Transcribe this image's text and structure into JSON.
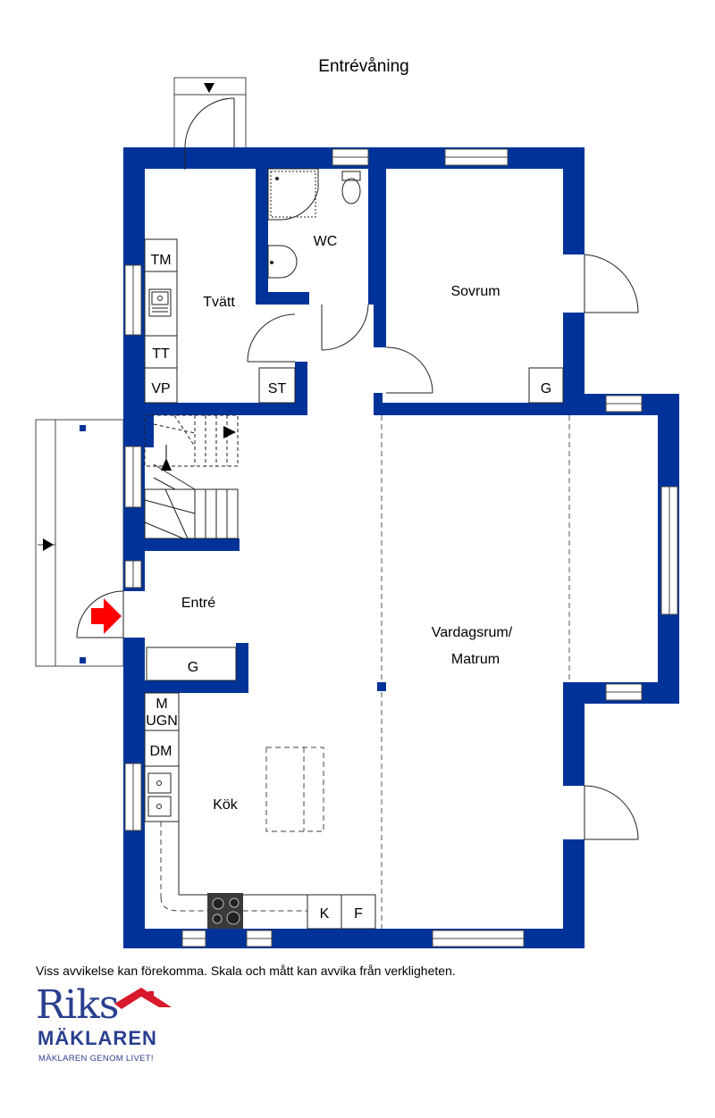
{
  "title": "Entrévåning",
  "rooms": {
    "wc": "WC",
    "tvatt": "Tvätt",
    "sovrum": "Sovrum",
    "entre": "Entré",
    "vardagsrum_1": "Vardagsrum/",
    "vardagsrum_2": "Matrum",
    "kok": "Kök"
  },
  "fixtures": {
    "tm": "TM",
    "tt": "TT",
    "vp": "VP",
    "st": "ST",
    "g_sovrum": "G",
    "g_entre": "G",
    "m": "M",
    "ugn": "UGN",
    "dm": "DM",
    "k": "K",
    "f": "F"
  },
  "disclaimer": "Viss avvikelse kan förekomma. Skala och mått kan avvika från verkligheten.",
  "logo": {
    "name": "Riks",
    "sub": "MÄKLAREN",
    "tagline": "MÄKLAREN GENOM LIVET!"
  },
  "colors": {
    "wall": "#003399",
    "entrance_arrow": "#ff0000",
    "logo": "#2a3f8f",
    "logo_roof": "#d7192b"
  }
}
